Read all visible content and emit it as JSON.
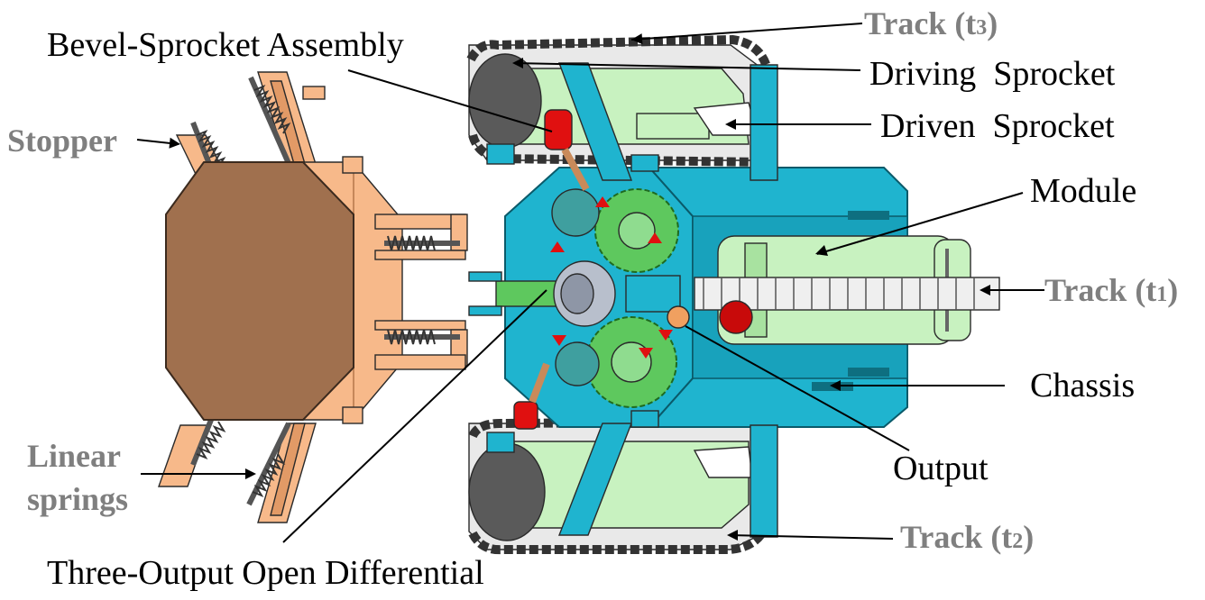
{
  "labels": {
    "track_t3_main": "Track (t",
    "track_t3_sub": "3",
    "track_t3_close": ")",
    "driving_sprocket": "Driving  Sprocket",
    "driven_sprocket": "Driven  Sprocket",
    "bevel_sprocket": "Bevel-Sprocket Assembly",
    "stopper": "Stopper",
    "module": "Module",
    "track_t1_main": "Track (t",
    "track_t1_sub": "1",
    "track_t1_close": ")",
    "chassis": "Chassis",
    "linear_springs_1": "Linear",
    "linear_springs_2": "springs",
    "output": "Output",
    "track_t2_main": "Track (t",
    "track_t2_sub": "2",
    "track_t2_close": ")",
    "differential": "Three-Output Open Differential"
  },
  "colors": {
    "chassis_cyan": "#1fb4cf",
    "chassis_dark": "#138ca3",
    "module_green": "#c8f2c0",
    "gear_green": "#5ec85e",
    "module_brown": "#a0704e",
    "bracket_tan": "#f7b98a",
    "actuator_red": "#e01010",
    "track_gray": "#d8d8d8",
    "label_gray": "#7f7f7f"
  }
}
